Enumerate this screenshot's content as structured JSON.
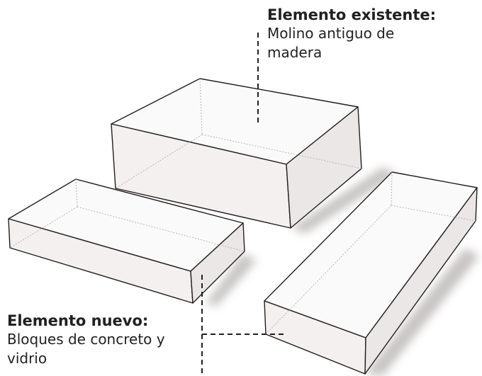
{
  "existing_element": {
    "title": "Elemento existente:",
    "description": "Molino antiguo de madera"
  },
  "new_element": {
    "title": "Elemento nuevo:",
    "description": "Bloques de concreto y vidrio"
  },
  "colors": {
    "box_face": "#f4f1f0",
    "box_top": "#fbfafa",
    "box_edge": "#231f20",
    "hidden_edge": "#b8b4b3",
    "shadow": "#b5b1b0",
    "leader_line": "#231f20",
    "text": "#231f20"
  }
}
